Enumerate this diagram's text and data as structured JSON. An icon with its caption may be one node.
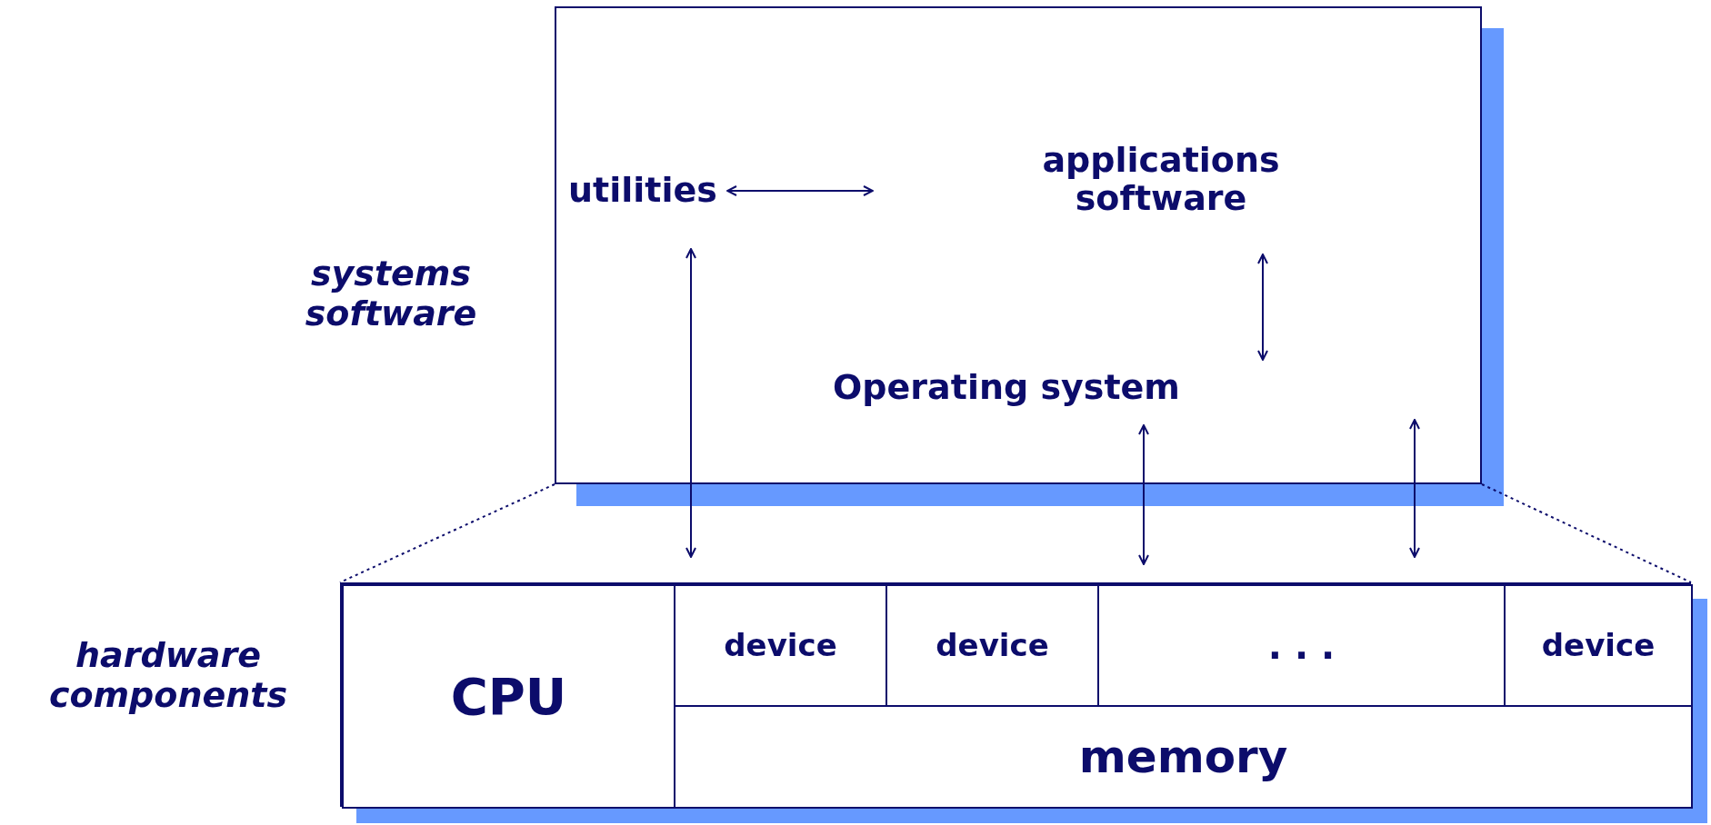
{
  "diagram": {
    "nodes": [
      {
        "text": [],
        "shape": "box"
      },
      {
        "text": [
          "utilities"
        ],
        "in": 0
      },
      {
        "text": [
          "applications software"
        ],
        "in": 0
      },
      {
        "text": [
          "Operating system"
        ],
        "in": 0
      },
      {
        "text": [],
        "shape": "box"
      },
      {
        "text": [
          "CPU"
        ],
        "in": 4
      },
      {
        "text": [
          "device"
        ],
        "in": 4
      },
      {
        "text": [
          "device"
        ],
        "in": 4
      },
      {
        "text": [
          ". . ."
        ],
        "in": 4
      },
      {
        "text": [
          "device"
        ],
        "in": 4
      },
      {
        "text": [
          "memory"
        ],
        "in": 4
      }
    ],
    "edges": [
      {
        "from": 1,
        "to": null,
        "arrow": "both"
      },
      {
        "from": 2,
        "to": 3,
        "arrow": "both"
      },
      {
        "from": 1,
        "to": 5,
        "arrow": "both"
      },
      {
        "from": 3,
        "to": 8,
        "arrow": "both"
      },
      {
        "from": 0,
        "to": 8,
        "arrow": "both"
      },
      {
        "from": 0,
        "to": 4,
        "arrow": "none",
        "style": "dashed"
      },
      {
        "from": 0,
        "to": 4,
        "arrow": "none",
        "style": "dashed"
      }
    ],
    "labels": [
      "systems software",
      "hardware components"
    ]
  }
}
